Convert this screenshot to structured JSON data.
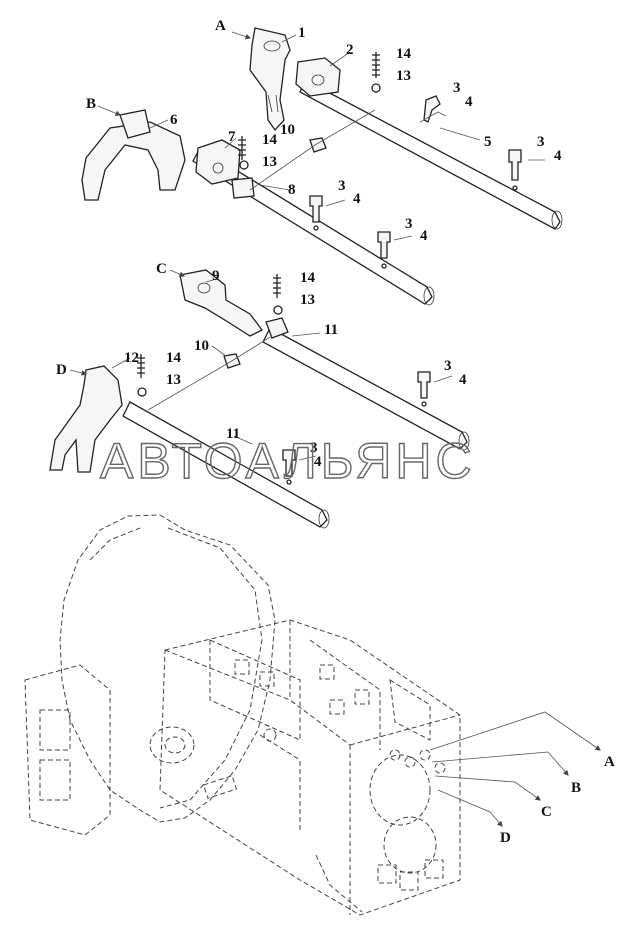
{
  "watermark": "АВТОАЛЬЯНС",
  "arrow_letters": {
    "a_top": "A",
    "b_top": "B",
    "c_top": "C",
    "d_top": "D",
    "a_out": "A",
    "b_out": "B",
    "c_out": "C",
    "d_out": "D"
  },
  "callouts": {
    "c1": "1",
    "c2": "2",
    "c14a": "14",
    "c13a": "13",
    "c3a": "3",
    "c4a": "4",
    "c5": "5",
    "c3b": "3",
    "c4b": "4",
    "c6": "6",
    "c7": "7",
    "c14b": "14",
    "c10a": "10",
    "c13b": "13",
    "c8": "8",
    "c3c": "3",
    "c4c": "4",
    "c3d": "3",
    "c4d": "4",
    "c9": "9",
    "c14c": "14",
    "c13c": "13",
    "c11a": "11",
    "c12": "12",
    "c14d": "14",
    "c10b": "10",
    "c13d": "13",
    "c3e": "3",
    "c4e": "4",
    "c11b": "11",
    "c3f": "3",
    "c4f": "4"
  }
}
